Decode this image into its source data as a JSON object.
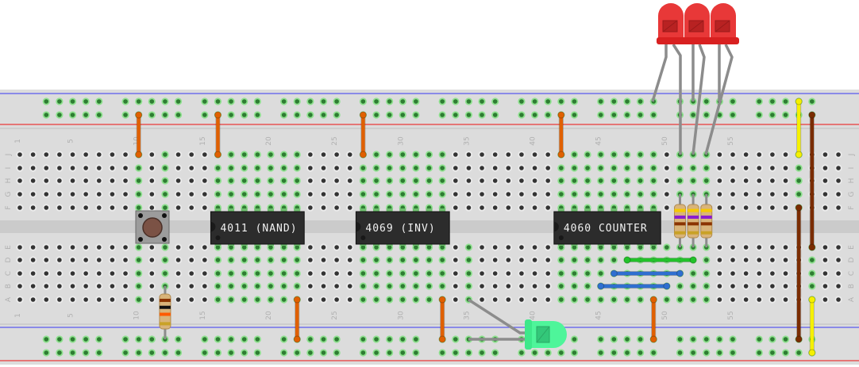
{
  "board": {
    "column_labels": [
      "1",
      "5",
      "10",
      "15",
      "20",
      "25",
      "30",
      "35",
      "40",
      "45",
      "50",
      "55"
    ],
    "row_labels_top": [
      "J",
      "I",
      "H",
      "G",
      "F"
    ],
    "row_labels_bottom": [
      "E",
      "D",
      "C",
      "B",
      "A"
    ],
    "connected_columns_top": [
      10,
      12,
      16,
      17,
      18,
      19,
      20,
      21,
      22,
      27,
      28,
      29,
      30,
      31,
      32,
      33,
      42,
      43,
      44,
      45,
      46,
      47,
      48,
      49,
      51,
      52,
      53,
      60
    ],
    "connected_columns_bottom": [
      10,
      12,
      16,
      17,
      18,
      19,
      20,
      21,
      22,
      27,
      28,
      29,
      30,
      31,
      32,
      33,
      35,
      42,
      43,
      44,
      45,
      46,
      47,
      48,
      49,
      50,
      51,
      52,
      53,
      61
    ],
    "colors": {
      "board": "#dcdcdc",
      "channel": "#cbcbcb",
      "rail_blue": "#5a5af0",
      "rail_red": "#e83a3a",
      "hole_green": "#2e7d32",
      "hole_halo": "#8fe08f"
    }
  },
  "chips": [
    {
      "label": "4011 (NAND)"
    },
    {
      "label": "4069 (INV)"
    },
    {
      "label": "4060 COUNTER"
    }
  ],
  "wire_colors": {
    "orange": "#e06000",
    "yellow": "#f5f000",
    "brown": "#7a2c00",
    "green": "#22c22a",
    "blue": "#2f6fd0",
    "lead": "#8c8c8c"
  },
  "leds": {
    "red": "#e83838",
    "green": "#4ef59a"
  },
  "resistor_bands": {
    "top": [
      "#f5c800",
      "#8a1ccf",
      "#8a3300",
      "#c9a227"
    ],
    "bottom": [
      "#8a3300",
      "#111111",
      "#ff5a00",
      "#c9a227"
    ]
  }
}
